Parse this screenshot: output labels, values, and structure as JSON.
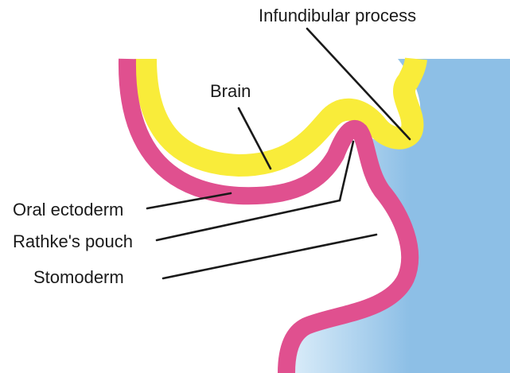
{
  "diagram": {
    "labels": {
      "infundibular_process": "Infundibular process",
      "brain": "Brain",
      "oral_ectoderm": "Oral ectoderm",
      "rathkes_pouch": "Rathke's pouch",
      "stomoderm": "Stomoderm"
    },
    "colors": {
      "neural_tissue": "#f9ec3a",
      "ectoderm": "#e0508f",
      "mesenchyme_light": "#ddeefa",
      "mesenchyme_dark": "#8dbfe6",
      "leader_lines": "#1a1a1a",
      "background": "#ffffff"
    }
  }
}
